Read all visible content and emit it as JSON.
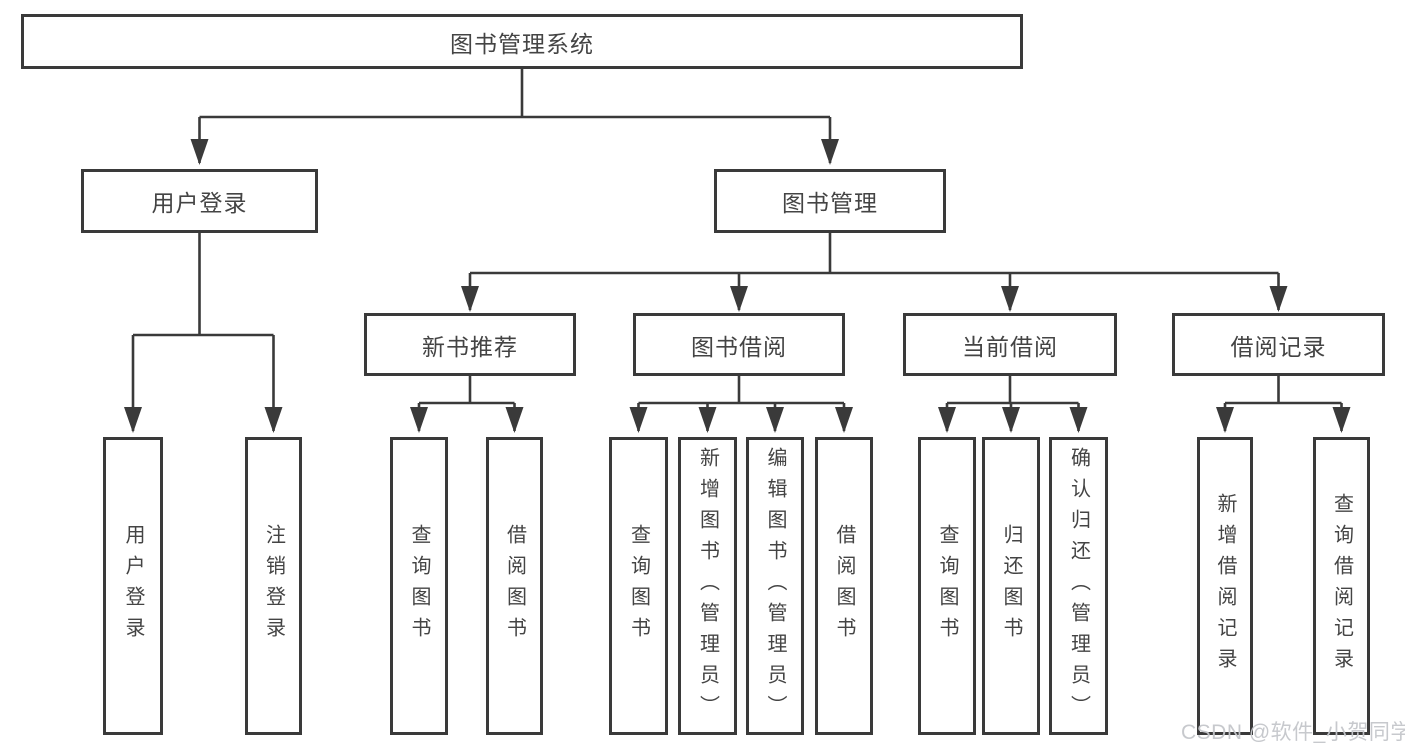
{
  "tree": {
    "root": {
      "label": "图书管理系统"
    },
    "branches": [
      {
        "label": "用户登录",
        "children": [
          {
            "label": "用户登录"
          },
          {
            "label": "注销登录"
          }
        ]
      },
      {
        "label": "图书管理",
        "children": [
          {
            "label": "新书推荐",
            "children": [
              {
                "label": "查询图书"
              },
              {
                "label": "借阅图书"
              }
            ]
          },
          {
            "label": "图书借阅",
            "children": [
              {
                "label": "查询图书"
              },
              {
                "label": "新增图书（管理员）"
              },
              {
                "label": "编辑图书（管理员）"
              },
              {
                "label": "借阅图书"
              }
            ]
          },
          {
            "label": "当前借阅",
            "children": [
              {
                "label": "查询图书"
              },
              {
                "label": "归还图书"
              },
              {
                "label": "确认归还（管理员）"
              }
            ]
          },
          {
            "label": "借阅记录",
            "children": [
              {
                "label": "新增借阅记录"
              },
              {
                "label": "查询借阅记录"
              }
            ]
          }
        ]
      }
    ]
  },
  "watermark": {
    "text": "CSDN @软件_小贺同学",
    "color": "#c4c6ca"
  },
  "colors": {
    "line": "#3a3a3a",
    "border": "#3a3a3a",
    "text": "#444444",
    "background": "#ffffff"
  }
}
